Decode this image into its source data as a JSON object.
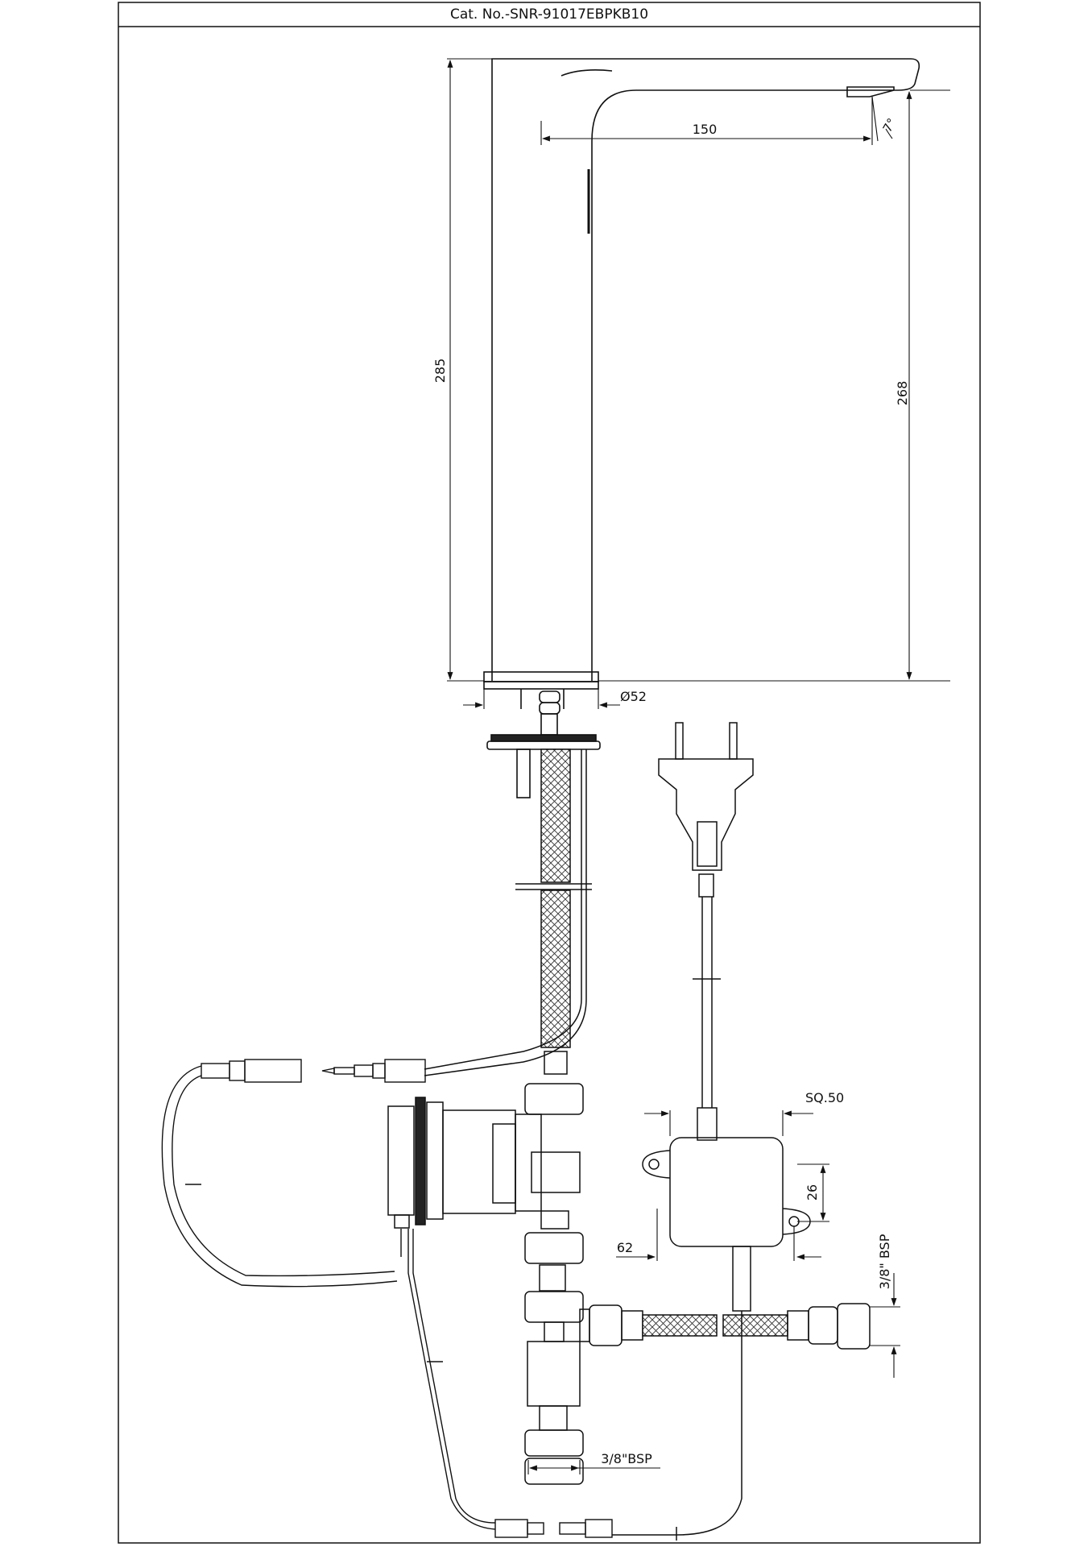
{
  "title": "Cat. No.-SNR-91017EBPKB10",
  "dimensions": {
    "overall_height": "285",
    "spout_height": "268",
    "spout_reach": "150",
    "spout_angle": "7°",
    "base_diameter": "Ø52",
    "box_size": "SQ.50",
    "box_height": "26",
    "box_depth": "62",
    "outlet_thread": "3/8\" BSP",
    "inlet_thread": "3/8\"BSP"
  }
}
